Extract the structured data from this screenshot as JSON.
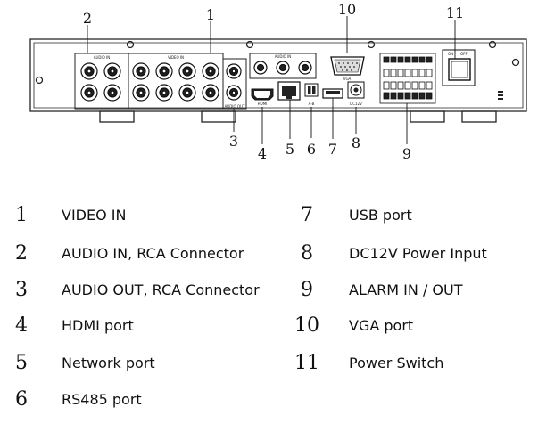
{
  "callouts": [
    "1",
    "2",
    "3",
    "4",
    "5",
    "6",
    "7",
    "8",
    "9",
    "10",
    "11"
  ],
  "panel_labels": {
    "audio_in_left": "AUDIO IN",
    "video_in": "VIDEO IN",
    "audio_in_right": "AUDIO IN",
    "audio_out": "AUDIO OUT",
    "hdmi": "HDMI",
    "vga": "VGA",
    "on": "ON",
    "off": "OFF",
    "rs485": "A-B",
    "power": "DC12V"
  },
  "legend": [
    {
      "num": "1",
      "label": "VIDEO IN"
    },
    {
      "num": "2",
      "label": "AUDIO IN, RCA Connector"
    },
    {
      "num": "3",
      "label": "AUDIO OUT, RCA Connector"
    },
    {
      "num": "4",
      "label": "HDMI port"
    },
    {
      "num": "5",
      "label": "Network port"
    },
    {
      "num": "6",
      "label": "RS485 port"
    },
    {
      "num": "7",
      "label": "USB port"
    },
    {
      "num": "8",
      "label": "DC12V Power Input"
    },
    {
      "num": "9",
      "label": "ALARM IN / OUT"
    },
    {
      "num": "10",
      "label": "VGA port"
    },
    {
      "num": "11",
      "label": "Power Switch"
    }
  ]
}
